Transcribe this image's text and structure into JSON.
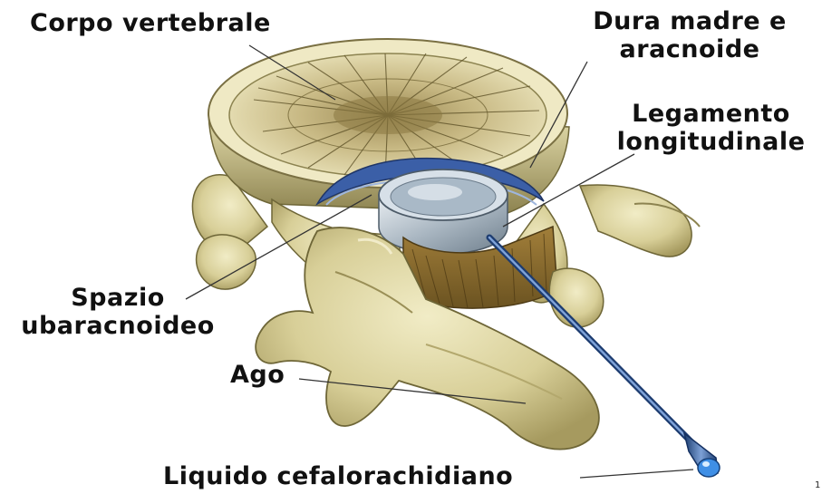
{
  "labels": {
    "corpo": "Corpo vertebrale",
    "dura_1": "Dura madre e",
    "dura_2": "aracnoide",
    "legamento_1": "Legamento",
    "legamento_2": "longitudinale",
    "spazio_1": "Spazio",
    "spazio_2": "ubaracnoideo",
    "ago": "Ago",
    "liquido": "Liquido cefalorachidiano"
  },
  "page_number": "1"
}
